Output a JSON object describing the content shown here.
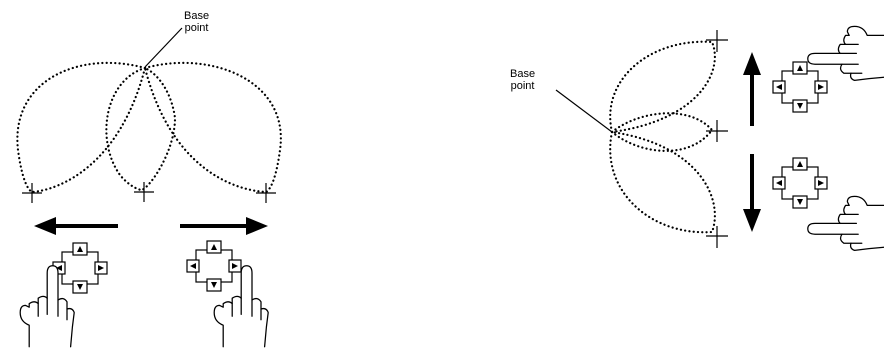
{
  "left_panel": {
    "base_point_label": [
      "Base",
      "point"
    ]
  },
  "right_panel": {
    "base_point_label": [
      "Base",
      "point"
    ]
  },
  "colors": {
    "ink": "#000000",
    "background": "#ffffff"
  },
  "icons": [
    "base-point-marker",
    "direction-arrow",
    "cross-key-pad",
    "pointing-hand"
  ]
}
